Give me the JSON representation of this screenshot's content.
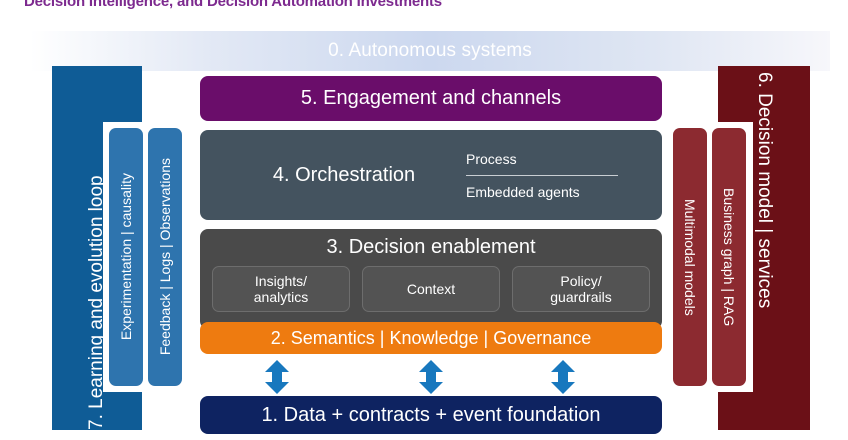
{
  "title": "Decision Intelligence, and Decision Automation Investments",
  "colors": {
    "title": "#7D2A8F",
    "autonomous_band_start": "#ffffff",
    "autonomous_band_mid": "#ccd8ef",
    "left_panel": "#0F5C96",
    "left_chip": "#2E74AE",
    "right_panel": "#6B1017",
    "right_chip": "#8C2A30",
    "engagement": "#6A0D6A",
    "orchestration": "#44535F",
    "enablement": "#4A4A4A",
    "enablement_cell": "#535353",
    "semantics": "#EE7B10",
    "foundation": "#0E2361",
    "arrow": "#1878BE"
  },
  "layers": {
    "autonomous": {
      "label": "0. Autonomous systems"
    },
    "engagement": {
      "label": "5. Engagement and channels"
    },
    "orchestration": {
      "label": "4. Orchestration",
      "items": [
        "Process",
        "Embedded agents"
      ]
    },
    "enablement": {
      "label": "3. Decision enablement",
      "cells": [
        "Insights/\nanalytics",
        "Context",
        "Policy/\nguardrails"
      ]
    },
    "semantics": {
      "label": "2. Semantics  |  Knowledge  |  Governance"
    },
    "foundation": {
      "label": "1. Data + contracts + event foundation"
    }
  },
  "left_panel": {
    "label": "7. Learning and evolution loop",
    "chips": [
      "Experimentation | causality",
      "Feedback | Logs | Observations"
    ]
  },
  "right_panel": {
    "label": "6. Decision model | services",
    "chips": [
      "Multimodal models",
      "Business graph | RAG"
    ]
  },
  "arrows": {
    "icon": "double-headed-vertical-arrow",
    "count": 3
  }
}
